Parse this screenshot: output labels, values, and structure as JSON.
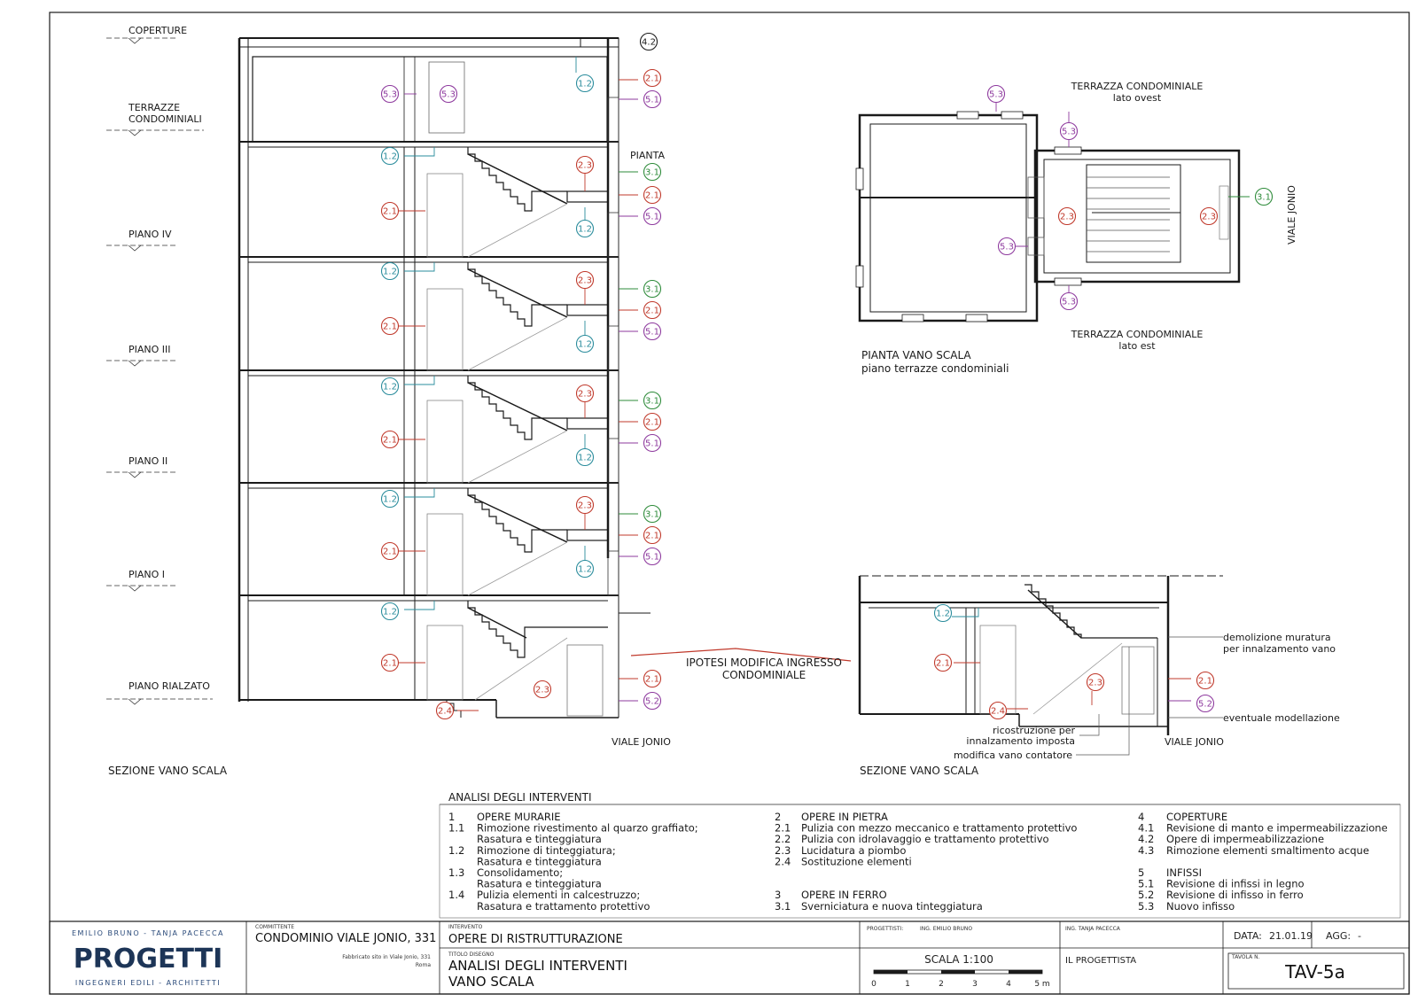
{
  "colors": {
    "teal": "#2a8c9c",
    "red": "#c0392b",
    "green": "#2e8b3a",
    "purple": "#8e3a9e",
    "line": "#1a1a1a"
  },
  "section": {
    "levels": [
      "COPERTURE",
      "TERRAZZE",
      "CONDOMINIALI",
      "PIANO  IV",
      "PIANO  III",
      "PIANO  II",
      "PIANO  I",
      "PIANO  RIALZATO"
    ],
    "top_marker": "4.2",
    "pianta_label": "PIANTA",
    "street": "VIALE  JONIO",
    "caption": "SEZIONE VANO SCALA"
  },
  "detail": {
    "street": "VIALE  JONIO",
    "caption": "SEZIONE VANO SCALA",
    "notes": [
      "demolizione muratura",
      "per innalzamento vano",
      "eventuale  modellazione",
      "ricostruzione per",
      "innalzamento imposta",
      "modifica vano contatore"
    ]
  },
  "ingresso": {
    "line1": "IPOTESI MODIFICA INGRESSO",
    "line2": "CONDOMINIALE"
  },
  "plan": {
    "top_label_1": "TERRAZZA  CONDOMINIALE",
    "top_label_2": "lato  ovest",
    "bottom_label_1": "TERRAZZA  CONDOMINIALE",
    "bottom_label_2": "lato  est",
    "street": "VIALE  JONIO",
    "caption_1": "PIANTA VANO SCALA",
    "caption_2": "piano terrazze condominiali"
  },
  "legend": {
    "title": "ANALISI DEGLI INTERVENTI",
    "col1": [
      {
        "code": "1",
        "text": "OPERE  MURARIE"
      },
      {
        "code": "1.1",
        "text": "Rimozione  rivestimento  al  quarzo  graffiato;"
      },
      {
        "code": "",
        "text": "Rasatura  e  tinteggiatura"
      },
      {
        "code": "1.2",
        "text": "Rimozione  di  tinteggiatura;"
      },
      {
        "code": "",
        "text": "Rasatura  e  tinteggiatura"
      },
      {
        "code": "1.3",
        "text": "Consolidamento;"
      },
      {
        "code": "",
        "text": "Rasatura  e  tinteggiatura"
      },
      {
        "code": "1.4",
        "text": "Pulizia  elementi  in  calcestruzzo;"
      },
      {
        "code": "",
        "text": "Rasatura  e  trattamento  protettivo"
      }
    ],
    "col2": [
      {
        "code": "2",
        "text": "OPERE  IN  PIETRA"
      },
      {
        "code": "2.1",
        "text": "Pulizia  con  mezzo  meccanico  e  trattamento  protettivo"
      },
      {
        "code": "2.2",
        "text": "Pulizia  con  idrolavaggio  e  trattamento  protettivo"
      },
      {
        "code": "2.3",
        "text": "Lucidatura  a  piombo"
      },
      {
        "code": "2.4",
        "text": "Sostituzione  elementi"
      },
      {
        "code": "",
        "text": ""
      },
      {
        "code": "",
        "text": ""
      },
      {
        "code": "3",
        "text": "OPERE  IN  FERRO"
      },
      {
        "code": "3.1",
        "text": "Sverniciatura  e  nuova  tinteggiatura"
      }
    ],
    "col3": [
      {
        "code": "4",
        "text": "COPERTURE"
      },
      {
        "code": "4.1",
        "text": "Revisione  di  manto  e  impermeabilizzazione"
      },
      {
        "code": "4.2",
        "text": "Opere  di  impermeabilizzazione"
      },
      {
        "code": "4.3",
        "text": "Rimozione  elementi  smaltimento  acque"
      },
      {
        "code": "",
        "text": ""
      },
      {
        "code": "5",
        "text": "INFISSI"
      },
      {
        "code": "5.1",
        "text": "Revisione  di  infissi  in  legno"
      },
      {
        "code": "5.2",
        "text": "Revisione  di  infisso  in  ferro"
      },
      {
        "code": "5.3",
        "text": "Nuovo  infisso"
      }
    ]
  },
  "title_block": {
    "firm_top": "EMILIO BRUNO - TANJA PACECCA",
    "logo": "PROGETTI",
    "firm_bottom": "INGEGNERI EDILI - ARCHITETTI",
    "committente_label": "COMMITTENTE",
    "committente": "CONDOMINIO VIALE JONIO, 331",
    "address_1": "Fabbricato sito in Viale Jonio, 331",
    "address_2": "Roma",
    "intervento_label": "INTERVENTO",
    "intervento": "OPERE DI RISTRUTTURAZIONE",
    "titolo_label": "TITOLO DISEGNO",
    "titolo_1": "ANALISI DEGLI INTERVENTI",
    "titolo_2": "VANO SCALA",
    "progettisti_label": "PROGETTISTI:",
    "progettista_1": "ING. EMILIO BRUNO",
    "progettista_2": "ING. TANJA PACECCA",
    "scala": "SCALA 1:100",
    "scale_ticks": [
      "0",
      "1",
      "2",
      "3",
      "4",
      "5 m"
    ],
    "il_progettista": "IL PROGETTISTA",
    "data_label": "DATA:",
    "data": "21.01.19",
    "agg_label": "AGG:",
    "agg": "-",
    "tavola_label": "TAVOLA N.",
    "tavola": "TAV-5a"
  }
}
